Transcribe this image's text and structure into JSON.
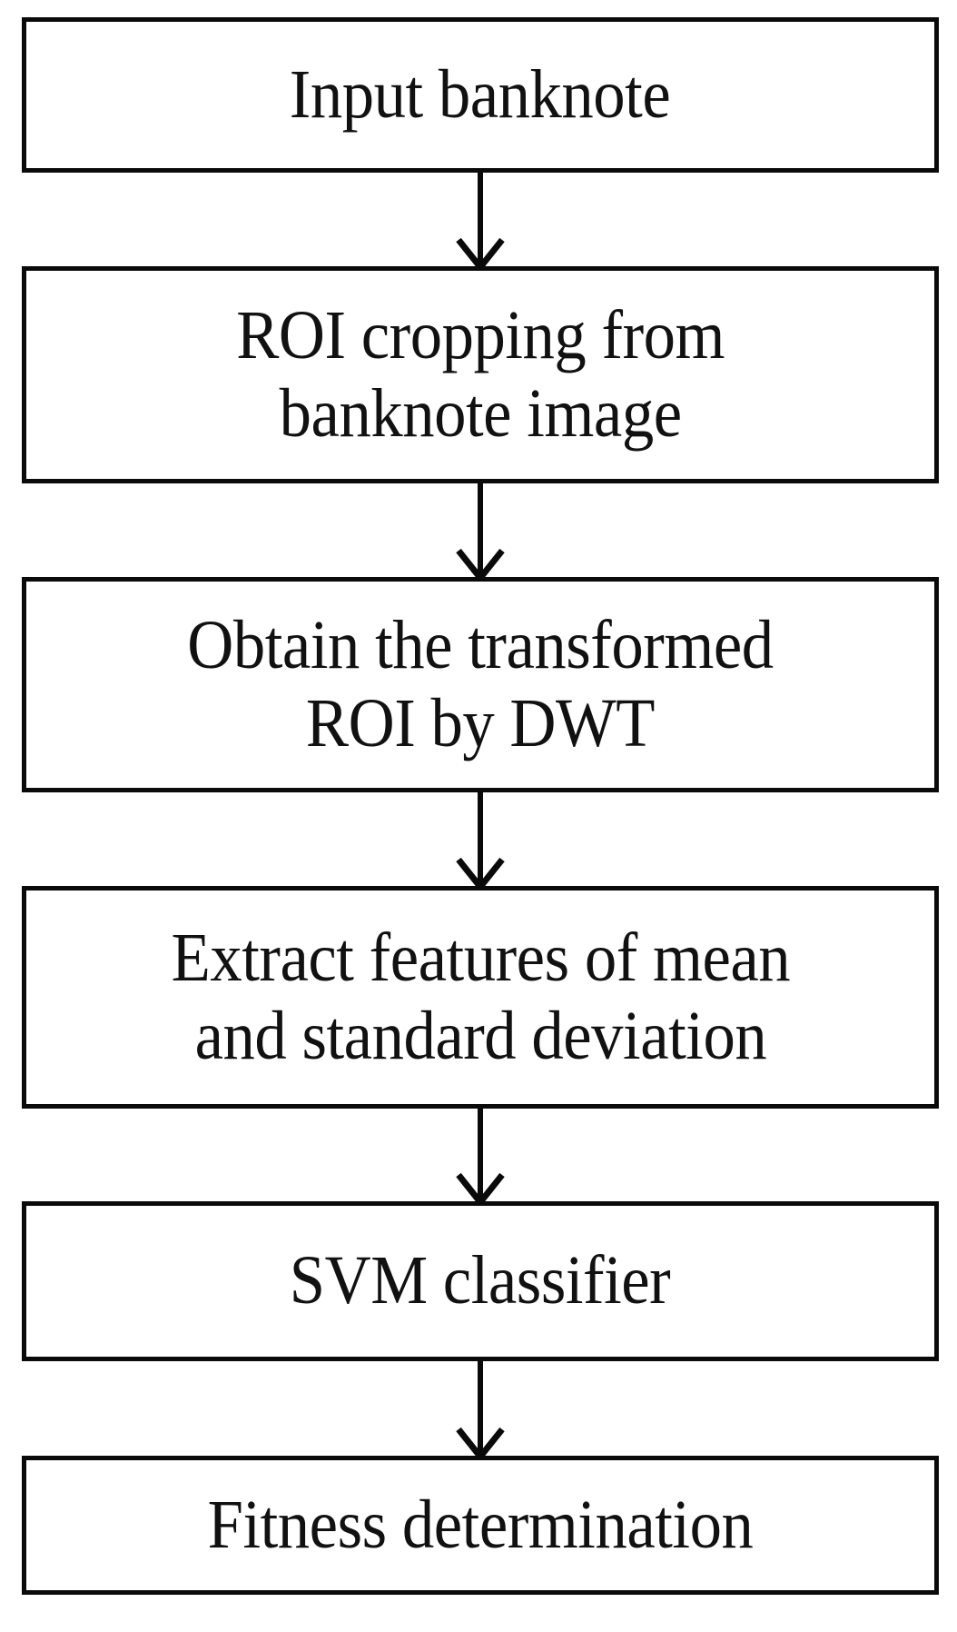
{
  "diagram": {
    "type": "flowchart",
    "orientation": "vertical-top-to-bottom",
    "title": "",
    "background_color": "#ffffff",
    "stroke_color": "#0a0a0a",
    "text_color": "#111111",
    "node_shape": "rectangle",
    "nodes": [
      {
        "id": "n1",
        "label": "Input banknote",
        "lines": 1
      },
      {
        "id": "n2",
        "label": "ROI cropping from\nbanknote image",
        "lines": 2
      },
      {
        "id": "n3",
        "label": "Obtain the transformed\nROI by DWT",
        "lines": 2
      },
      {
        "id": "n4",
        "label": "Extract features of mean\nand standard deviation",
        "lines": 2
      },
      {
        "id": "n5",
        "label": "SVM classifier",
        "lines": 1
      },
      {
        "id": "n6",
        "label": "Fitness determination",
        "lines": 1
      }
    ],
    "edges": [
      {
        "id": "e1",
        "from": "n1",
        "to": "n2",
        "arrow": "down-arrow"
      },
      {
        "id": "e2",
        "from": "n2",
        "to": "n3",
        "arrow": "down-arrow"
      },
      {
        "id": "e3",
        "from": "n3",
        "to": "n4",
        "arrow": "down-arrow"
      },
      {
        "id": "e4",
        "from": "n4",
        "to": "n5",
        "arrow": "down-arrow"
      },
      {
        "id": "e5",
        "from": "n5",
        "to": "n6",
        "arrow": "down-arrow"
      }
    ]
  }
}
